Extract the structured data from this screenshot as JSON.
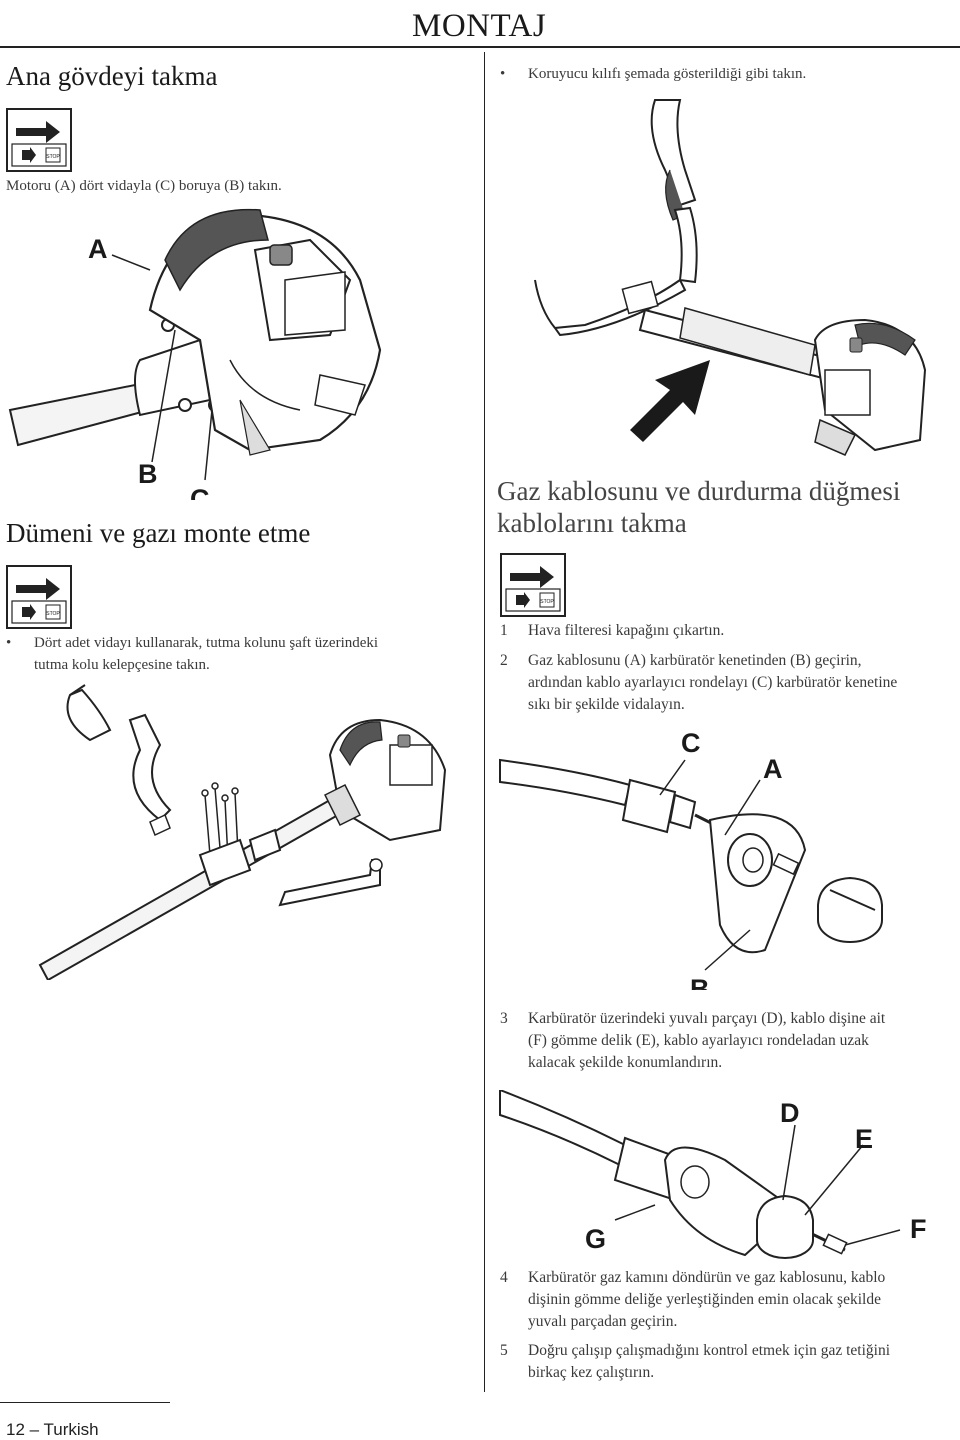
{
  "header": {
    "title": "MONTAJ"
  },
  "left": {
    "section1": {
      "title": "Ana gövdeyi takma",
      "text": "Motoru (A) dört vidayla (C) boruya (B) takın.",
      "labels": {
        "a": "A",
        "b": "B",
        "c": "C"
      }
    },
    "section2": {
      "title": "Dümeni ve gazı monte etme",
      "bullet": "•",
      "text_line1": "Dört adet vidayı kullanarak, tutma kolunu şaft üzerindeki",
      "text_line2": "tutma kolu kelepçesine takın."
    }
  },
  "right": {
    "intro": {
      "bullet": "•",
      "text": "Koruyucu kılıfı şemada gösterildiği gibi takın."
    },
    "section3": {
      "title_line1": "Gaz kablosunu ve durdurma düğmesi",
      "title_line2": "kablolarını takma"
    },
    "steps": [
      {
        "num": "1",
        "lines": [
          "Hava filteresi kapağını çıkartın."
        ]
      },
      {
        "num": "2",
        "lines": [
          "Gaz kablosunu (A) karbüratör kenetinden (B) geçirin,",
          "ardından kablo ayarlayıcı rondelayı (C) karbüratör kenetine",
          "sıkı bir şekilde vidalayın."
        ]
      },
      {
        "num": "3",
        "lines": [
          "Karbüratör üzerindeki yuvalı parçayı (D), kablo dişine ait",
          "(F) gömme delik (E), kablo ayarlayıcı rondeladan uzak",
          "kalacak şekilde konumlandırın."
        ]
      },
      {
        "num": "4",
        "lines": [
          "Karbüratör gaz kamını döndürün ve gaz kablosunu, kablo",
          "dişinin gömme deliğe yerleştiğinden emin olacak şekilde",
          "yuvalı parçadan geçirin."
        ]
      },
      {
        "num": "5",
        "lines": [
          "Doğru çalışıp çalışmadığını kontrol etmek için gaz tetiğini",
          "birkaç kez çalıştırın."
        ]
      }
    ],
    "fig2_labels": {
      "c": "C",
      "a": "A",
      "b": "B"
    },
    "fig3_labels": {
      "d": "D",
      "e": "E",
      "g": "G",
      "f": "F"
    }
  },
  "icons": {
    "stop_text": "STOP"
  },
  "footer": {
    "text": "12 – Turkish"
  }
}
